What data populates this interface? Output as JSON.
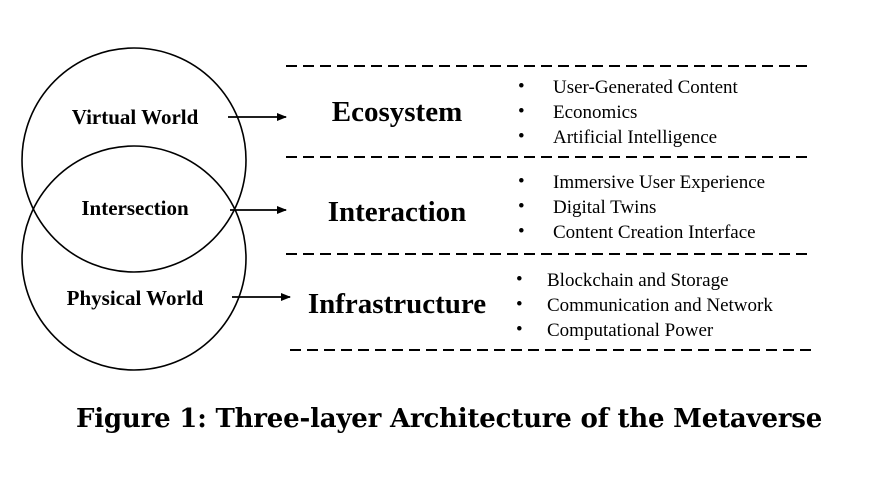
{
  "venn": {
    "top_label": "Virtual World",
    "middle_label": "Intersection",
    "bottom_label": "Physical World"
  },
  "layers": [
    {
      "title": "Ecosystem",
      "bullets": [
        "User-Generated Content",
        "Economics",
        "Artificial Intelligence"
      ]
    },
    {
      "title": "Interaction",
      "bullets": [
        "Immersive User Experience",
        "Digital Twins",
        "Content Creation Interface"
      ]
    },
    {
      "title": "Infrastructure",
      "bullets": [
        "Blockchain and Storage",
        "Communication and Network",
        "Computational Power"
      ]
    }
  ],
  "bullet_glyph": "•",
  "caption": "Figure 1: Three-layer Architecture of the Metaverse"
}
